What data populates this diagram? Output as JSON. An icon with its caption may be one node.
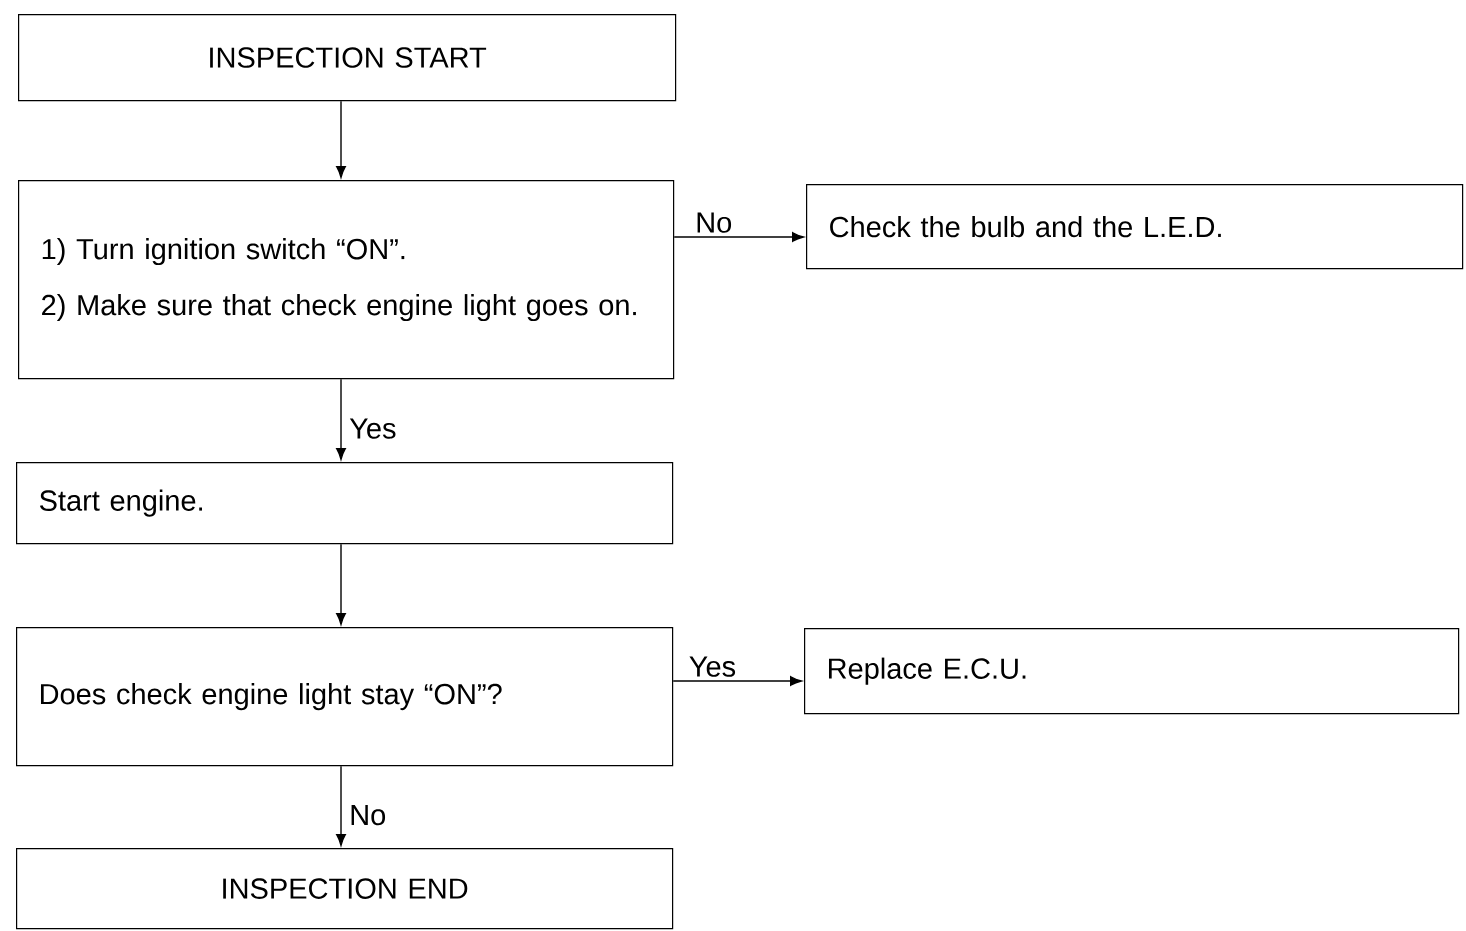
{
  "diagram": {
    "nodes": [
      {
        "text": [
          "INSPECTION START"
        ]
      },
      {
        "text": [
          "1) Turn ignition switch “ON”.",
          "2) Make sure that check engine light goes on."
        ]
      },
      {
        "text": [
          "Check the bulb and the L.E.D."
        ]
      },
      {
        "text": [
          "Start engine."
        ]
      },
      {
        "text": [
          "Does check engine light stay “ON”?"
        ]
      },
      {
        "text": [
          "Replace E.C.U."
        ]
      },
      {
        "text": [
          "INSPECTION END"
        ]
      }
    ],
    "edges": [
      {
        "from": 0,
        "to": 1,
        "arrow": "to"
      },
      {
        "from": 1,
        "to": 2,
        "arrow": "to",
        "label": "No"
      },
      {
        "from": 1,
        "to": 3,
        "arrow": "to",
        "label": "Yes"
      },
      {
        "from": 3,
        "to": 4,
        "arrow": "to"
      },
      {
        "from": 4,
        "to": 5,
        "arrow": "to",
        "label": "Yes"
      },
      {
        "from": 4,
        "to": 6,
        "arrow": "to",
        "label": "No"
      }
    ]
  }
}
